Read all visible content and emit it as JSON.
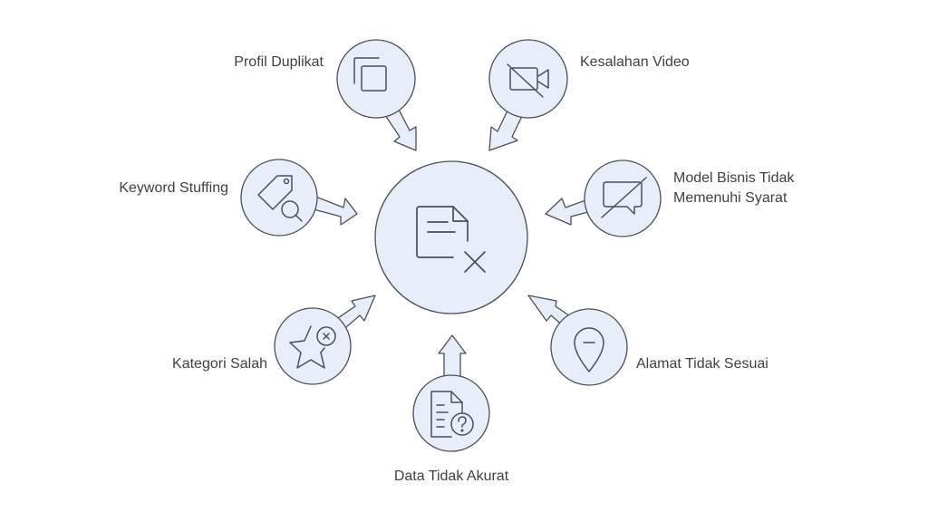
{
  "center": {
    "icon": "document-x-icon"
  },
  "items": [
    {
      "label": "Profil Duplikat",
      "icon": "copy-icon"
    },
    {
      "label": "Kesalahan Video",
      "icon": "video-off-icon"
    },
    {
      "label": "Keyword Stuffing",
      "icon": "tag-search-icon"
    },
    {
      "label_line1": "Model Bisnis Tidak",
      "label_line2": "Memenuhi Syarat",
      "icon": "message-off-icon"
    },
    {
      "label": "Kategori Salah",
      "icon": "star-x-icon"
    },
    {
      "label": "Alamat Tidak Sesuai",
      "icon": "map-pin-minus-icon"
    },
    {
      "label": "Data Tidak Akurat",
      "icon": "file-question-icon"
    }
  ],
  "colors": {
    "node_fill": "#e8eef9",
    "stroke": "#4b4f58",
    "text": "#3f3f46"
  }
}
